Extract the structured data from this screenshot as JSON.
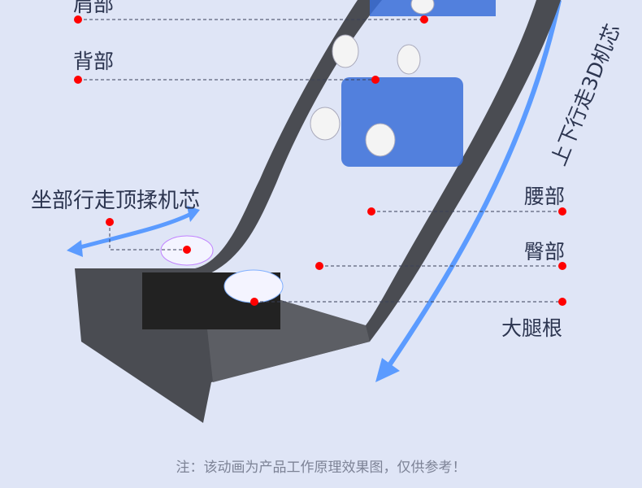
{
  "labels": {
    "shoulder": "肩部",
    "back": "背部",
    "seat_mechanism": "坐部行走顶揉机芯",
    "waist": "腰部",
    "hip": "臀部",
    "thigh_root": "大腿根",
    "vertical_travel": "上下行走3D机芯"
  },
  "note": "注：该动画为产品工作原理效果图，仅供参考！",
  "colors": {
    "background": "#dfe5f6",
    "marker": "#ff0000",
    "arrow": "#5b9bff",
    "track": "#3a3c40"
  }
}
